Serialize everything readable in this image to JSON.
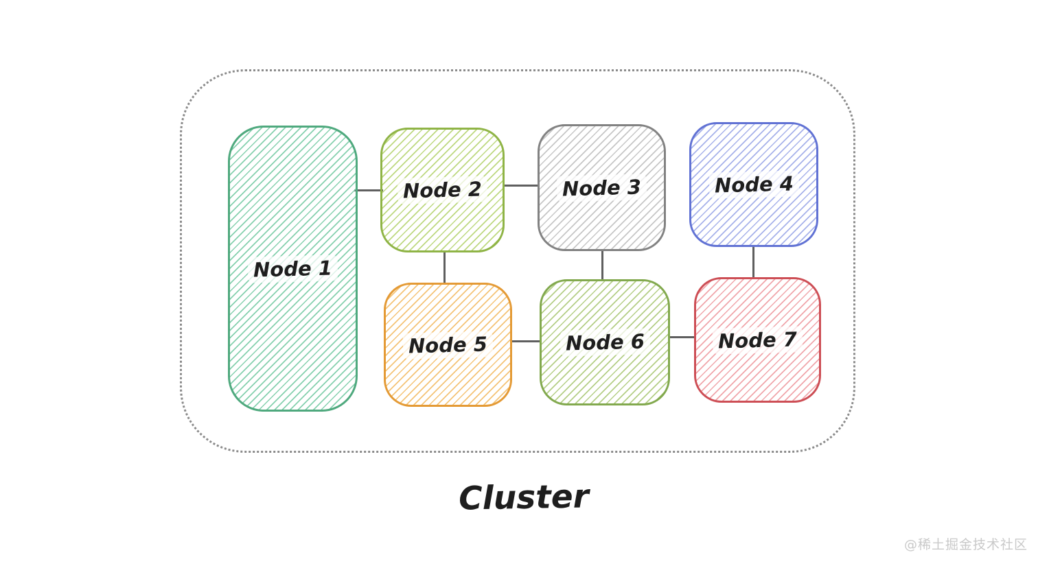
{
  "diagram": {
    "title": "Cluster",
    "watermark": "@稀土掘金技术社区",
    "colors": {
      "boundary": "#8a8a8a",
      "edge": "#5f5f5f",
      "ink": "#1e1e1e",
      "watermark": "#c9c9c9",
      "background": "#ffffff"
    },
    "nodes": [
      {
        "id": "node-1",
        "label": "Node 1",
        "stroke": "#4fa97e",
        "hatch": "#85d0ae"
      },
      {
        "id": "node-2",
        "label": "Node 2",
        "stroke": "#8fb446",
        "hatch": "#bdd87f"
      },
      {
        "id": "node-3",
        "label": "Node 3",
        "stroke": "#828282",
        "hatch": "#c6c6c6"
      },
      {
        "id": "node-4",
        "label": "Node 4",
        "stroke": "#6172d4",
        "hatch": "#a6b1ea"
      },
      {
        "id": "node-5",
        "label": "Node 5",
        "stroke": "#e49a35",
        "hatch": "#f4c376"
      },
      {
        "id": "node-6",
        "label": "Node 6",
        "stroke": "#82a94e",
        "hatch": "#b4ce86"
      },
      {
        "id": "node-7",
        "label": "Node 7",
        "stroke": "#cd4e55",
        "hatch": "#f0a5aa"
      }
    ],
    "edges": [
      {
        "from": "node-1",
        "to": "node-2",
        "orientation": "horizontal"
      },
      {
        "from": "node-2",
        "to": "node-3",
        "orientation": "horizontal"
      },
      {
        "from": "node-2",
        "to": "node-5",
        "orientation": "vertical"
      },
      {
        "from": "node-3",
        "to": "node-6",
        "orientation": "vertical"
      },
      {
        "from": "node-4",
        "to": "node-7",
        "orientation": "vertical"
      },
      {
        "from": "node-5",
        "to": "node-6",
        "orientation": "horizontal"
      },
      {
        "from": "node-6",
        "to": "node-7",
        "orientation": "horizontal"
      }
    ]
  }
}
